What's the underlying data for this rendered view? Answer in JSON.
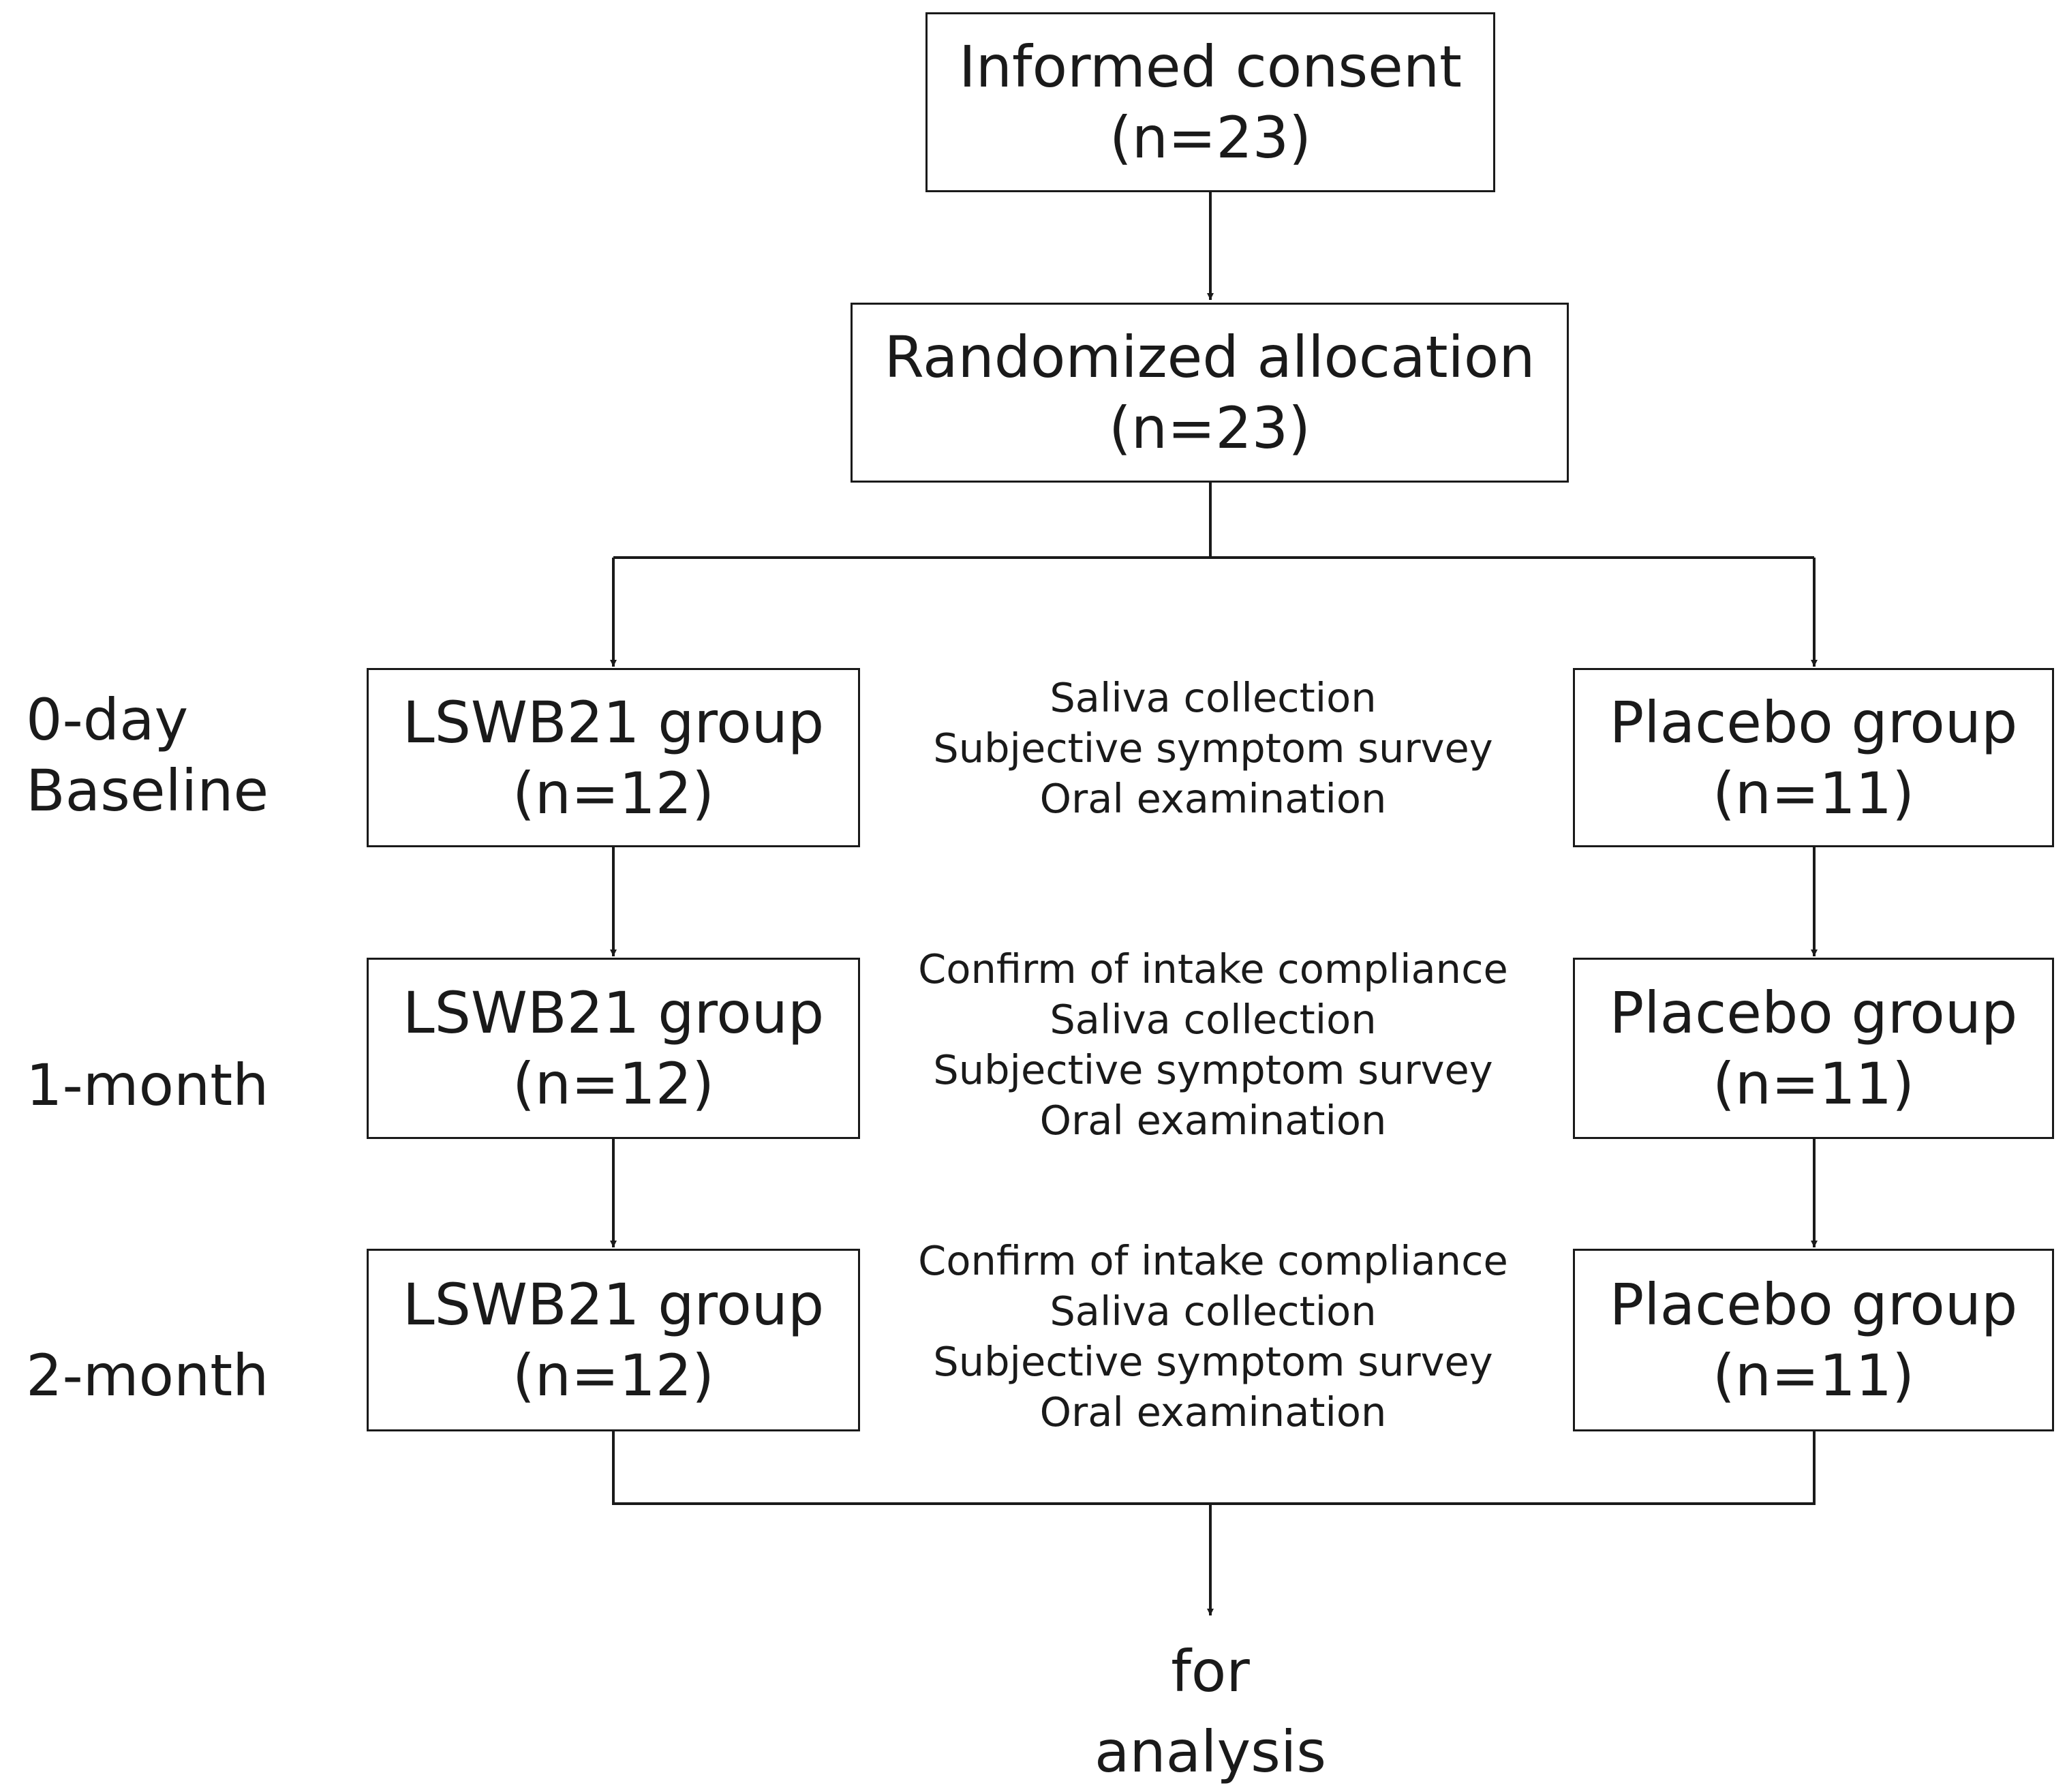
{
  "informed_consent": {
    "title": "Informed consent",
    "n": "(n=23)"
  },
  "randomized_allocation": {
    "title": "Randomized allocation",
    "n": "(n=23)"
  },
  "stages": {
    "baseline": [
      "0-day",
      "Baseline"
    ],
    "month1": "1-month",
    "month2": "2-month"
  },
  "lswb_group": {
    "title": "LSWB21 group",
    "n": "(n=12)"
  },
  "placebo_group": {
    "title": "Placebo group",
    "n": "(n=11)"
  },
  "tasks": {
    "baseline": [
      "Saliva collection",
      "Subjective symptom survey",
      "Oral examination"
    ],
    "month1": [
      "Confirm of intake compliance",
      "Saliva collection",
      "Subjective symptom survey",
      "Oral examination"
    ],
    "month2": [
      "Confirm of intake compliance",
      "Saliva collection",
      "Subjective symptom survey",
      "Oral examination"
    ]
  },
  "final": [
    "for",
    "analysis"
  ]
}
